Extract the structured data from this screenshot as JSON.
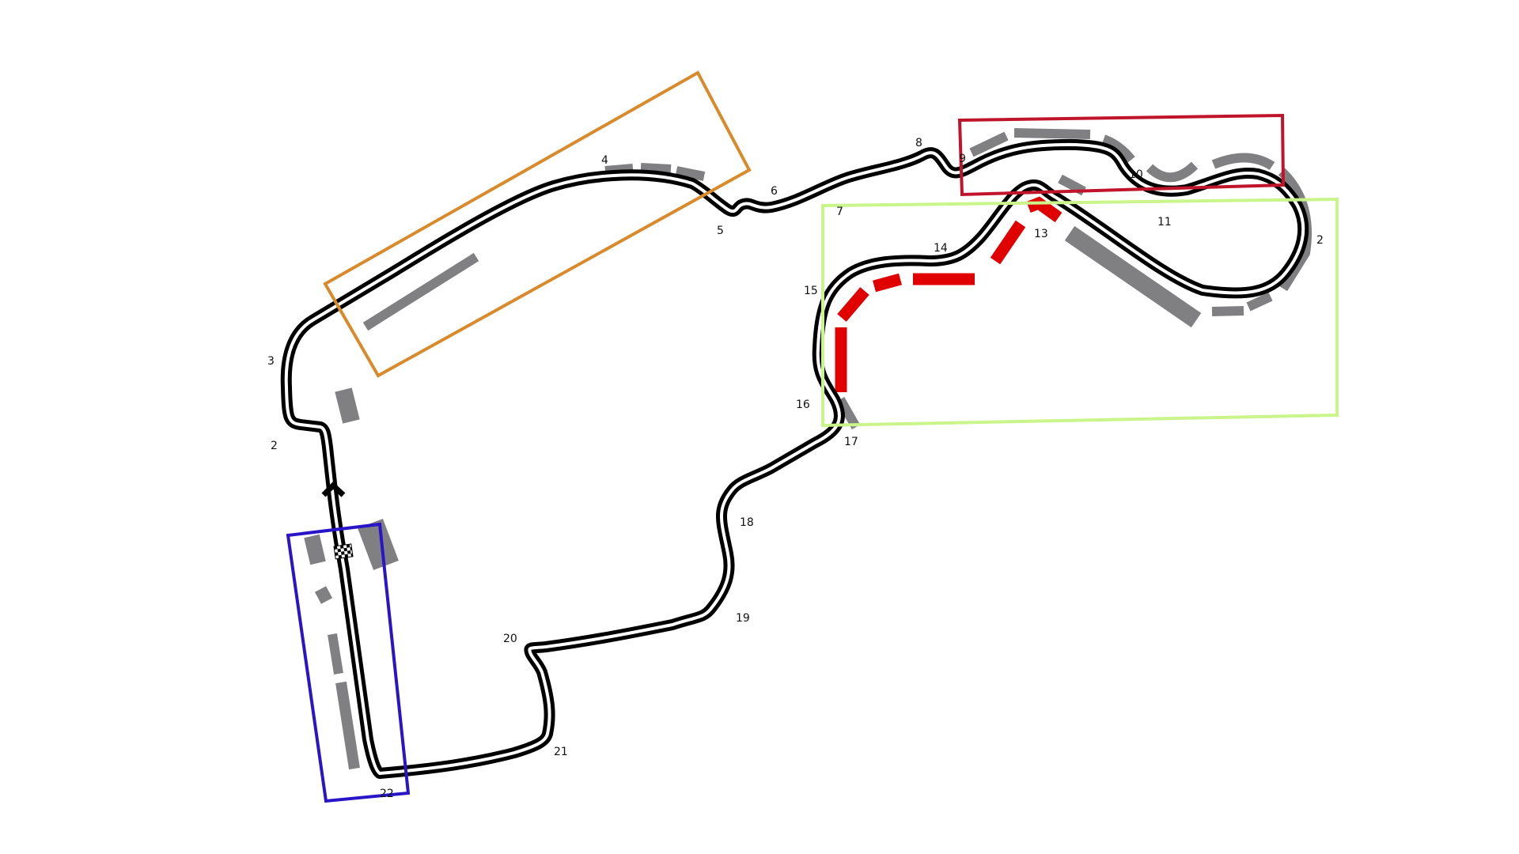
{
  "colors": {
    "background": "#ffffff",
    "track_outer": "#000000",
    "track_inner": "#ffffff",
    "kerb_grey": "#808083",
    "highlight_red": "#e00000",
    "zone_orange": "#d98a2b",
    "zone_red": "#c0142a",
    "zone_green": "#c9f58a",
    "zone_blue": "#2a14c8"
  },
  "icons": {
    "start_finish": "checkered-flag-icon",
    "direction": "direction-arrow-icon"
  },
  "turns": [
    "2",
    "3",
    "4",
    "5",
    "6",
    "7",
    "8",
    "9",
    "10",
    "11",
    "2",
    "13",
    "14",
    "15",
    "16",
    "17",
    "18",
    "19",
    "20",
    "21",
    "22"
  ],
  "zones": [
    "orange-zone",
    "red-zone",
    "green-zone",
    "blue-zone"
  ]
}
